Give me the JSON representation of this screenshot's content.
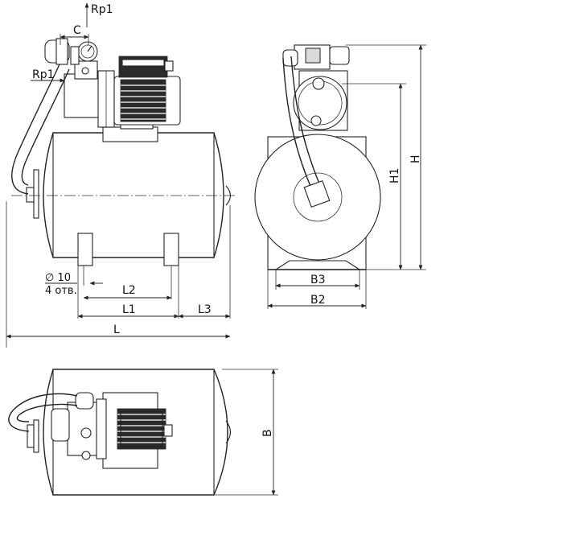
{
  "labels": {
    "rp1_top": "Rp1",
    "c": "C",
    "rp1_side": "Rp1",
    "dia": "∅ 10",
    "holes": "4 отв.",
    "l2": "L2",
    "l1": "L1",
    "l3": "L3",
    "l": "L",
    "h1": "H1",
    "h": "H",
    "b3": "B3",
    "b2": "B2",
    "b": "B"
  }
}
